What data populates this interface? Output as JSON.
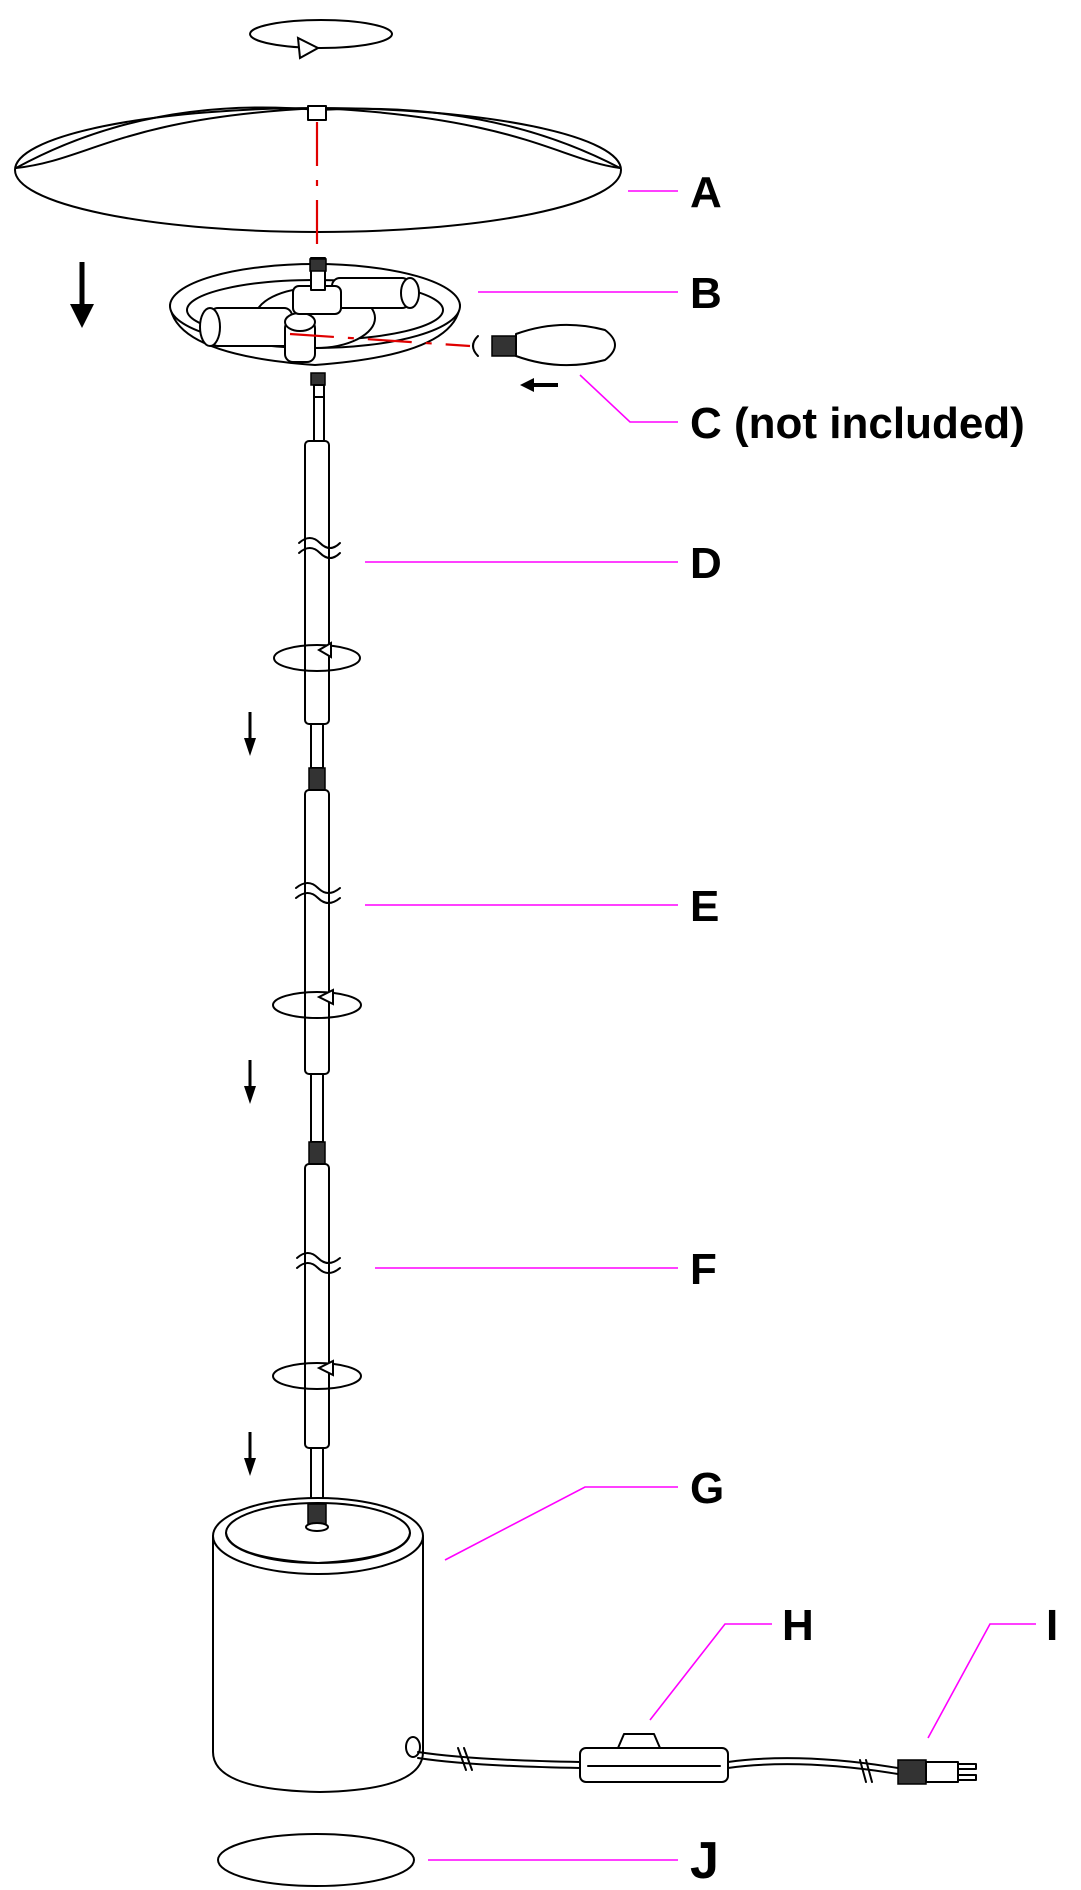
{
  "parts": [
    {
      "id": "A",
      "label": "A"
    },
    {
      "id": "B",
      "label": "B"
    },
    {
      "id": "C",
      "label": "C (not included)"
    },
    {
      "id": "D",
      "label": "D"
    },
    {
      "id": "E",
      "label": "E"
    },
    {
      "id": "F",
      "label": "F"
    },
    {
      "id": "G",
      "label": "G"
    },
    {
      "id": "H",
      "label": "H"
    },
    {
      "id": "I",
      "label": "I"
    },
    {
      "id": "J",
      "label": "J"
    }
  ],
  "colors": {
    "leader_lines": "#ff00ff",
    "alignment_lines": "#e00000",
    "linework": "#000000"
  }
}
